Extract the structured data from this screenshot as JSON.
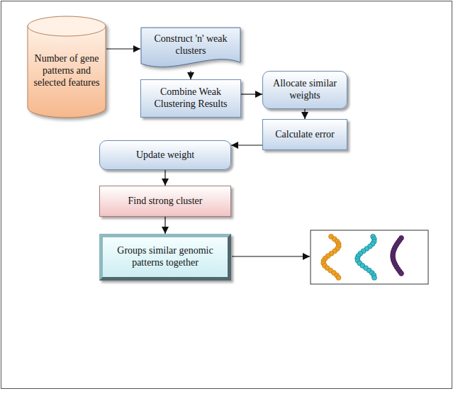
{
  "diagram": {
    "nodes": [
      {
        "text": [
          "Number of gene patterns and selected features"
        ]
      },
      {
        "text": [
          "Construct 'n' weak clusters"
        ]
      },
      {
        "text": [
          "Combine Weak Clustering Results"
        ]
      },
      {
        "text": [
          "Allocate similar weights"
        ]
      },
      {
        "text": [
          "Calculate error"
        ]
      },
      {
        "text": [
          "Update weight"
        ]
      },
      {
        "text": [
          "Find strong cluster"
        ]
      },
      {
        "text": [
          "Groups similar genomic patterns together"
        ]
      }
    ],
    "edges": [
      {
        "from": 0,
        "to": 1,
        "arrow": "to"
      },
      {
        "from": 1,
        "to": 2,
        "arrow": "to"
      },
      {
        "from": 2,
        "to": 3,
        "arrow": "to"
      },
      {
        "from": 3,
        "to": 4,
        "arrow": "to"
      },
      {
        "from": 4,
        "to": 5,
        "arrow": "to"
      },
      {
        "from": 5,
        "to": 6,
        "arrow": "to"
      },
      {
        "from": 6,
        "to": 7,
        "arrow": "to"
      }
    ]
  }
}
